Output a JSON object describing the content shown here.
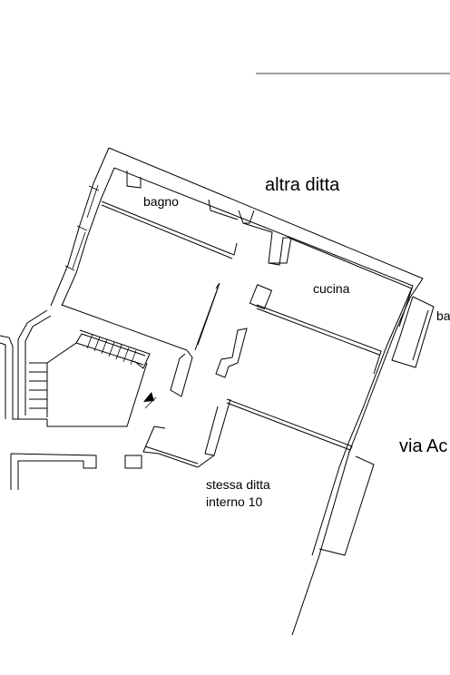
{
  "labels": {
    "altra_ditta": "altra ditta",
    "bagno": "bagno",
    "cucina": "cucina",
    "ba": "ba",
    "via": "via Ac",
    "stessa_ditta": "stessa ditta",
    "interno": "interno 10"
  },
  "colors": {
    "background": "#ffffff",
    "line": "#000000"
  }
}
